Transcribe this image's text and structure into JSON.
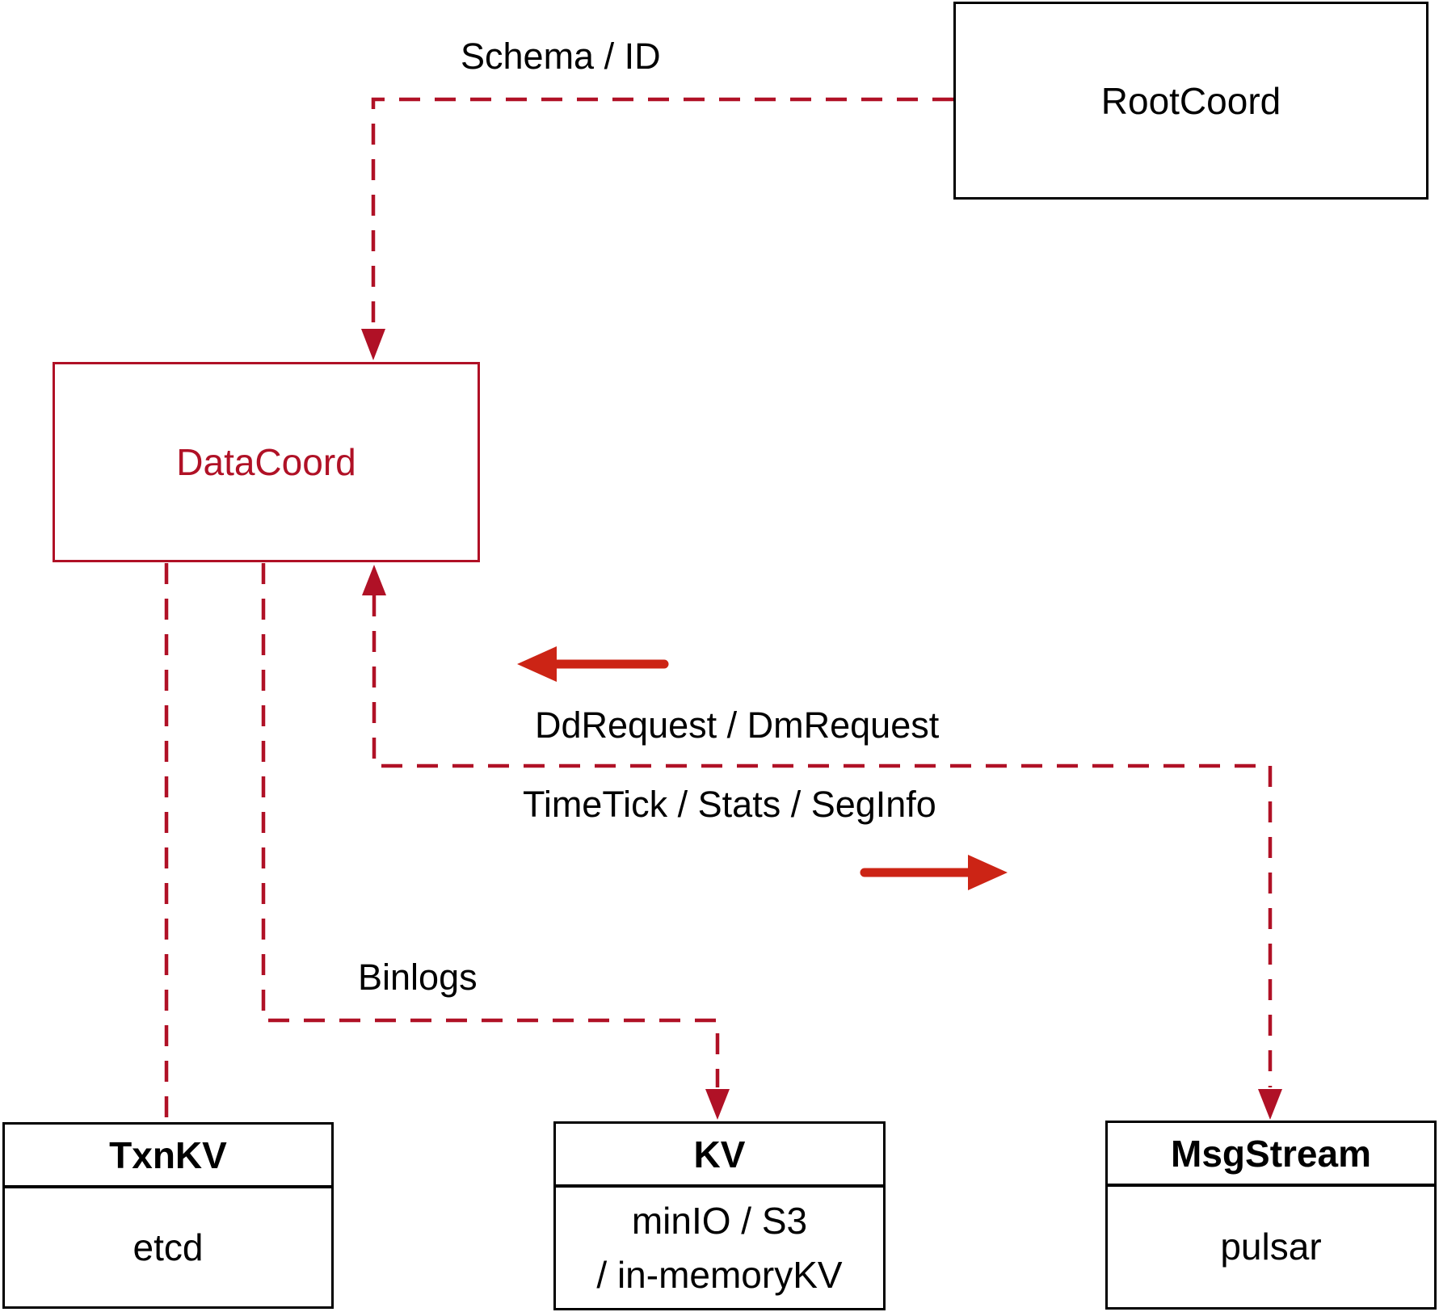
{
  "colors": {
    "edge_red": "#b01126",
    "arrow_red": "#cc2415",
    "node_black": "#000000"
  },
  "nodes": {
    "rootcoord": {
      "label": "RootCoord"
    },
    "datacoord": {
      "label": "DataCoord"
    },
    "txnkv": {
      "title": "TxnKV",
      "body": "etcd"
    },
    "kv": {
      "title": "KV",
      "body_line1": "minIO / S3",
      "body_line2": "/ in-memoryKV"
    },
    "msgstream": {
      "title": "MsgStream",
      "body": "pulsar"
    }
  },
  "edge_labels": {
    "schema_id": "Schema / ID",
    "dd_request": "DdRequest / DmRequest",
    "timetick": "TimeTick / Stats / SegInfo",
    "binlogs": "Binlogs"
  }
}
